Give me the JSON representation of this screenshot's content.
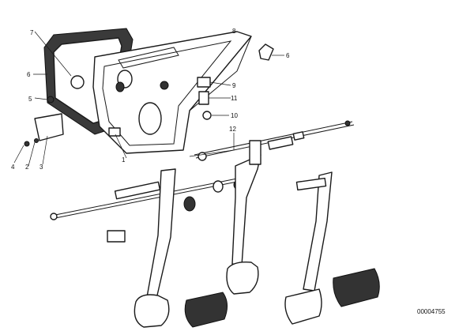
{
  "callouts": [
    {
      "id": "c7",
      "label": "7"
    },
    {
      "id": "c6a",
      "label": "6"
    },
    {
      "id": "c5",
      "label": "5"
    },
    {
      "id": "c4",
      "label": "4"
    },
    {
      "id": "c2",
      "label": "2"
    },
    {
      "id": "c3",
      "label": "3"
    },
    {
      "id": "c1",
      "label": "1"
    },
    {
      "id": "c6b",
      "label": "6"
    },
    {
      "id": "c9",
      "label": "9"
    },
    {
      "id": "c11",
      "label": "11"
    },
    {
      "id": "c10",
      "label": "10"
    },
    {
      "id": "c12",
      "label": "12"
    },
    {
      "id": "c8",
      "label": "8"
    }
  ],
  "doc_number": "00004755"
}
